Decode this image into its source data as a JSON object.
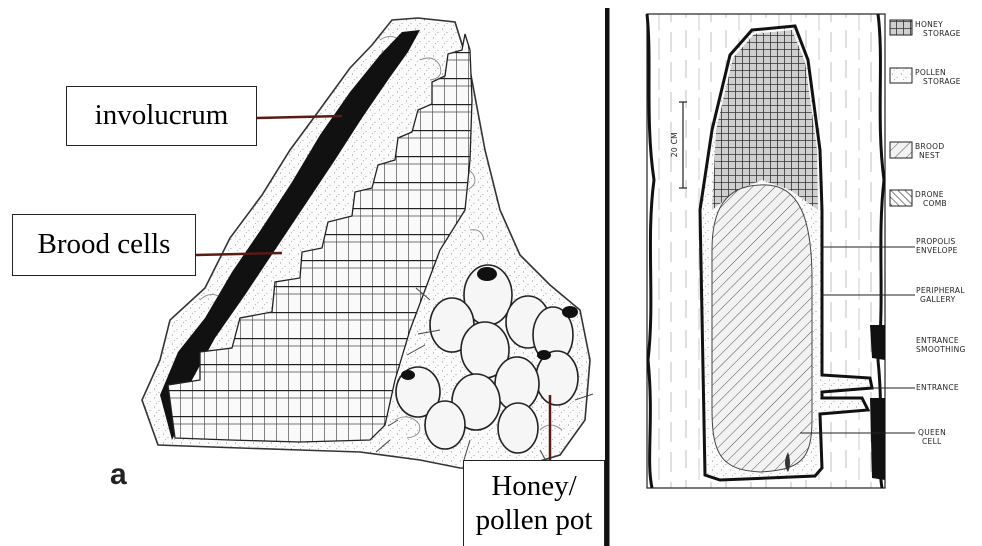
{
  "panel_a": {
    "letter": "a",
    "labels": {
      "involucrum": "involucrum",
      "brood_cells": "Brood cells",
      "pots_line1": "Honey/",
      "pots_line2": "pollen pot"
    }
  },
  "panel_b": {
    "scale": "20 CM",
    "legend": {
      "honey_1": "HONEY",
      "honey_2": "STORAGE",
      "pollen_1": "POLLEN",
      "pollen_2": "STORAGE",
      "brood_1": "BROOD",
      "brood_2": "NEST",
      "drone_1": "DRONE",
      "drone_2": "COMB"
    },
    "callouts": {
      "propolis_1": "PROPOLIS",
      "propolis_2": "ENVELOPE",
      "peripheral_1": "PERIPHERAL",
      "peripheral_2": "GALLERY",
      "smoothing_1": "ENTRANCE",
      "smoothing_2": "SMOOTHING",
      "entrance": "ENTRANCE",
      "queen_1": "QUEEN",
      "queen_2": "CELL"
    }
  }
}
